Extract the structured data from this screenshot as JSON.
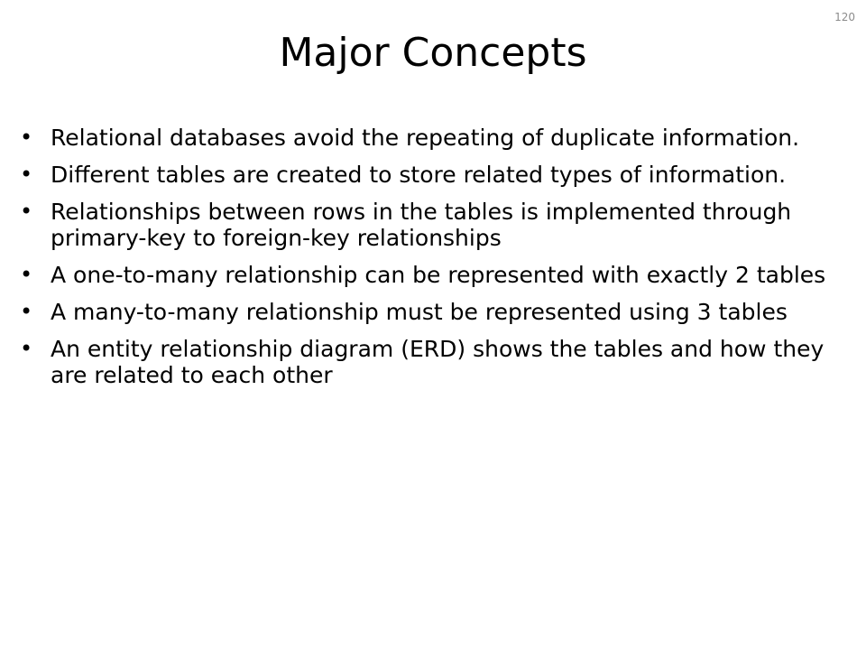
{
  "slide": {
    "number": "120",
    "title": "Major Concepts",
    "bullet_glyph": "•",
    "bullets": [
      "Relational databases avoid the repeating of duplicate information.",
      "Different tables are created to store related types of information.",
      "Relationships between rows in the tables is implemented through primary-key to foreign-key relationships",
      "A one-to-many relationship can be represented with exactly 2 tables",
      "A many-to-many relationship must be represented using 3 tables",
      "An entity relationship diagram (ERD) shows the tables and how they are related to each other"
    ]
  }
}
